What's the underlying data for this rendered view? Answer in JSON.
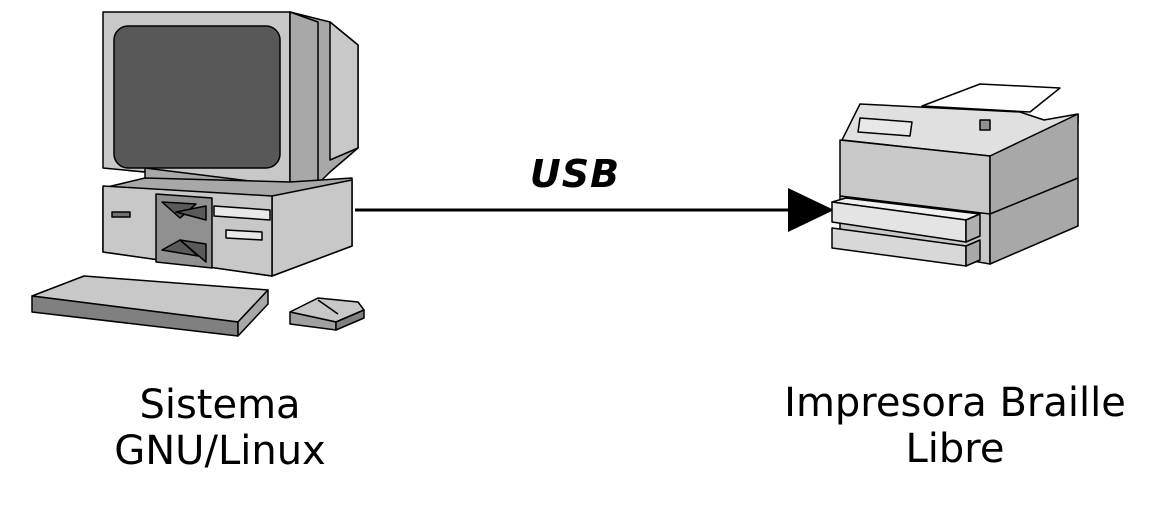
{
  "nodes": {
    "computer": {
      "line1": "Sistema",
      "line2": "GNU/Linux",
      "icon": "desktop-computer-icon"
    },
    "printer": {
      "line1": "Impresora Braille",
      "line2": "Libre",
      "icon": "printer-icon"
    }
  },
  "connection": {
    "label": "USB"
  },
  "colors": {
    "outline": "#000000",
    "light_gray": "#c8c8c8",
    "mid_gray": "#a8a8a8",
    "dark_gray": "#808080",
    "screen": "#585858",
    "paper": "#ffffff"
  }
}
